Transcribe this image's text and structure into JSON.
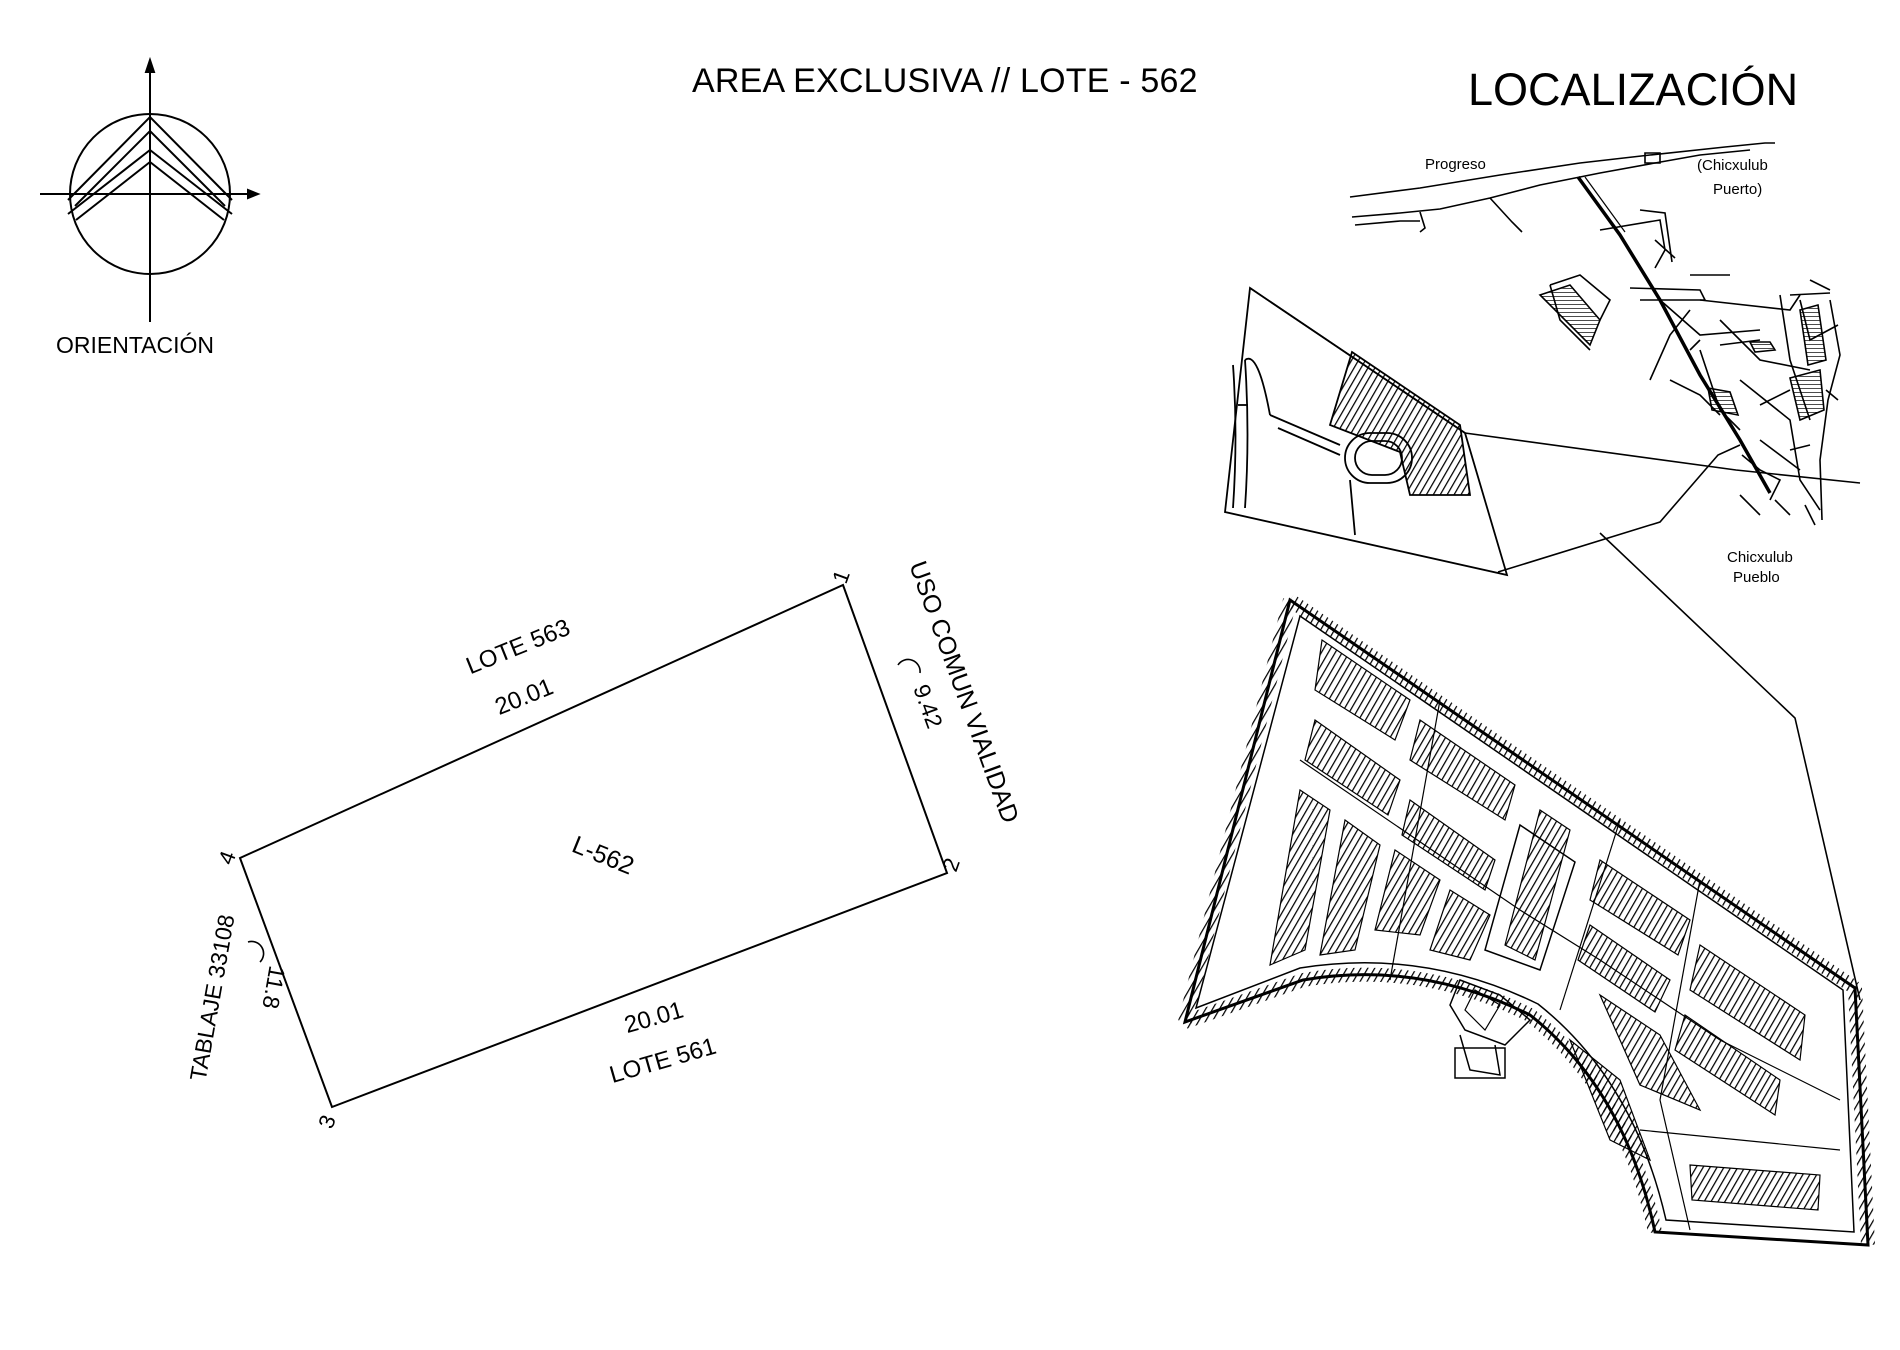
{
  "header": {
    "title": "AREA EXCLUSIVA // LOTE - 562",
    "location_title": "LOCALIZACIÓN"
  },
  "orientation": {
    "label": "ORIENTACIÓN"
  },
  "lot": {
    "id_label": "L-562",
    "north_neighbor": "LOTE 563",
    "north_length": "20.01",
    "east_neighbor": "USO COMUN VIALIDAD",
    "east_length": "9.42",
    "south_neighbor": "LOTE 561",
    "south_length": "20.01",
    "west_neighbor": "TABLAJE 33108",
    "west_length": "11.8",
    "vertices": [
      "1",
      "2",
      "3",
      "4"
    ]
  },
  "location_map": {
    "places": {
      "progreso": "Progreso",
      "chicxulub_puerto_1": "(Chicxulub",
      "chicxulub_puerto_2": "Puerto)",
      "chicxulub_pueblo_1": "Chicxulub",
      "chicxulub_pueblo_2": "Pueblo"
    }
  },
  "colors": {
    "ink": "#000000",
    "background": "#ffffff"
  }
}
